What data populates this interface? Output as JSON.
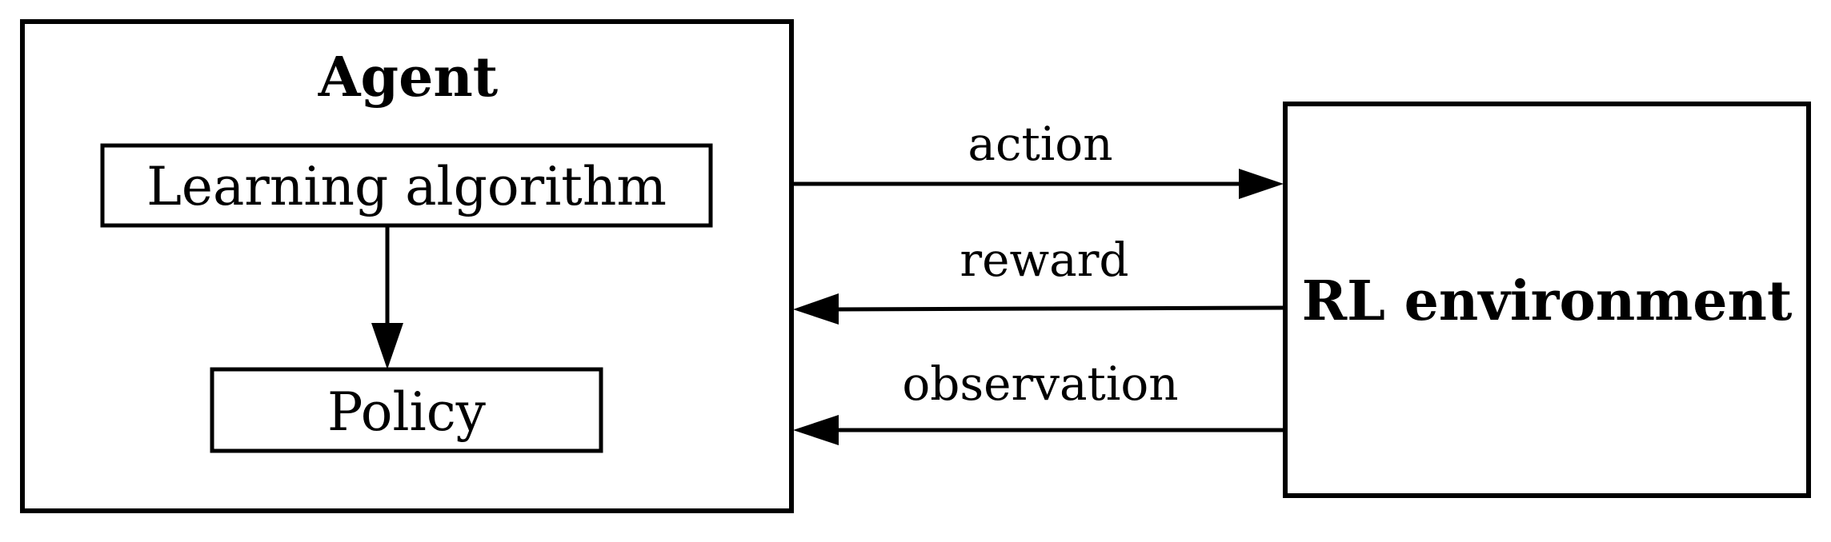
{
  "diagram": {
    "agent": {
      "title": "Agent",
      "learning_box": "Learning algorithm",
      "policy_box": "Policy"
    },
    "environment": {
      "title": "RL environment"
    },
    "signals": {
      "action": "action",
      "reward": "reward",
      "observation": "observation"
    },
    "colors": {
      "stroke": "#000000",
      "background": "#ffffff"
    }
  }
}
